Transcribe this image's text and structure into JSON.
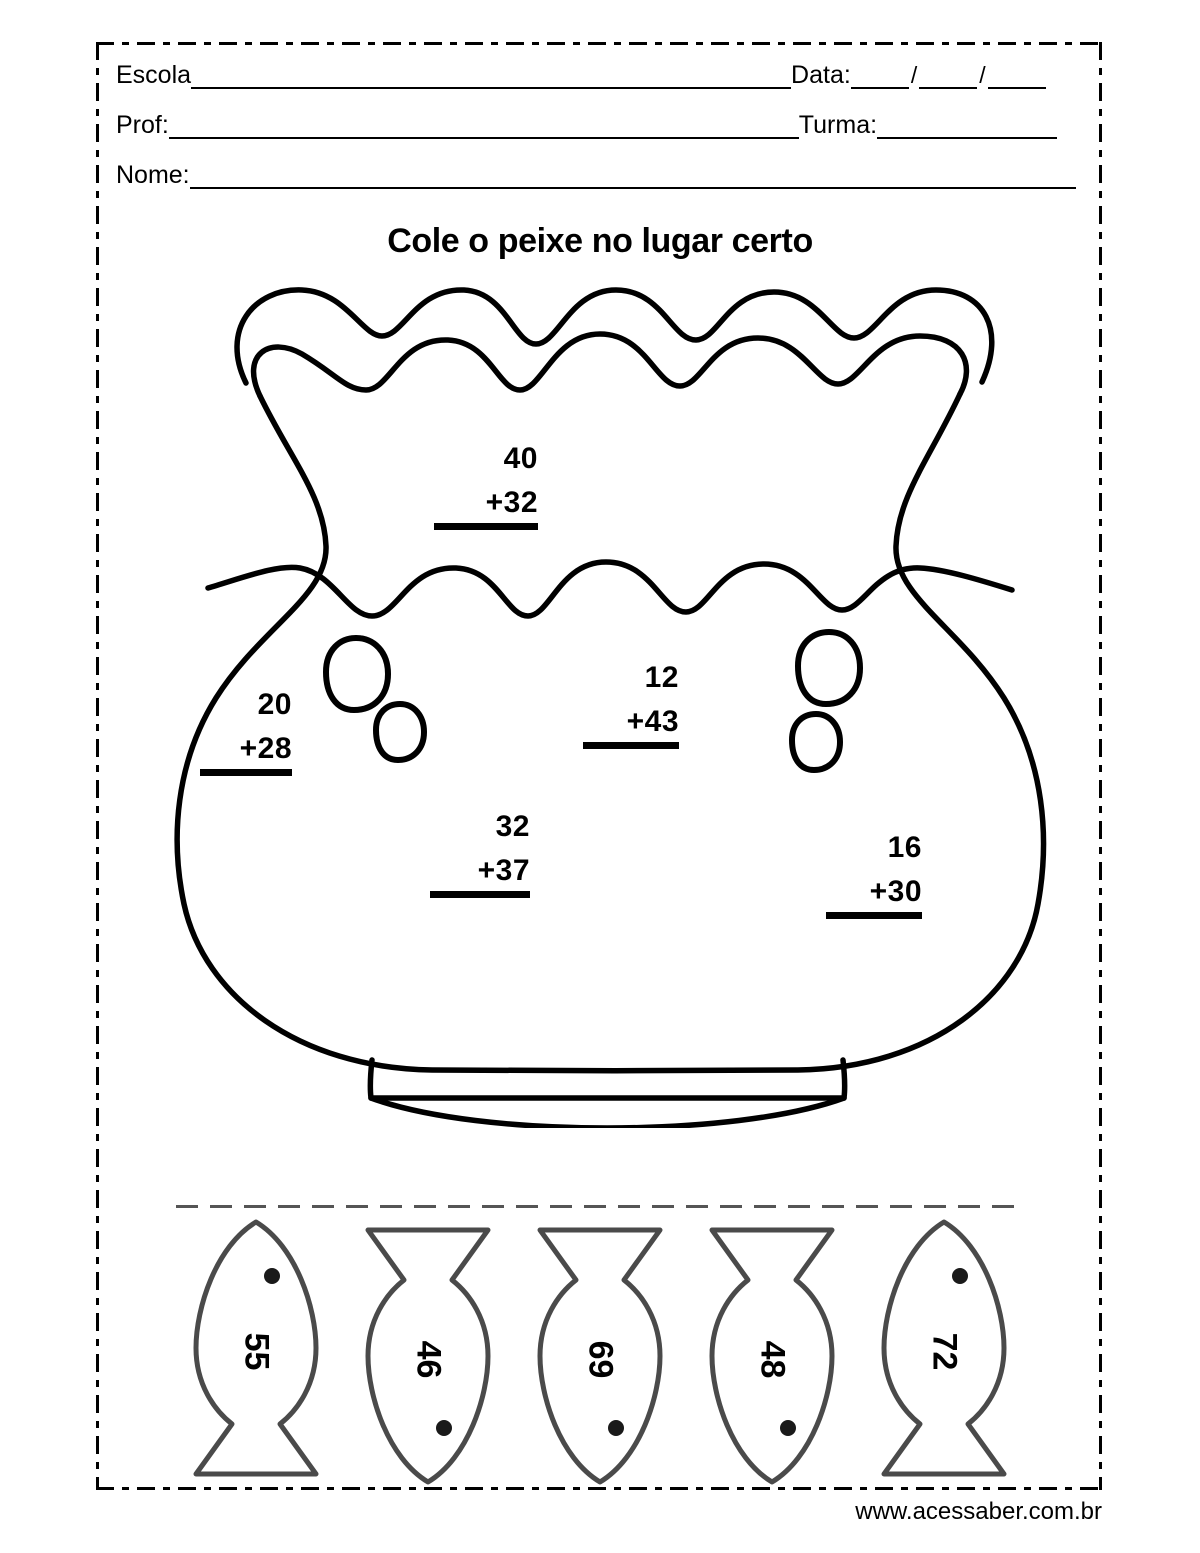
{
  "header": {
    "school_label": "Escola",
    "date_label": "Data:",
    "prof_label": "Prof:",
    "class_label": "Turma:",
    "name_label": "Nome:",
    "date_separator": "/"
  },
  "title": "Cole o peixe no lugar certo",
  "bowl": {
    "problems": [
      {
        "id": "p1",
        "addend1": "40",
        "addend2": "+32"
      },
      {
        "id": "p2",
        "addend1": "20",
        "addend2": "+28"
      },
      {
        "id": "p3",
        "addend1": "12",
        "addend2": "+43"
      },
      {
        "id": "p4",
        "addend1": "32",
        "addend2": "+37"
      },
      {
        "id": "p5",
        "addend1": "16",
        "addend2": "+30"
      }
    ],
    "bubble_count": 4
  },
  "fish": [
    {
      "number": "55",
      "orientation": "head-up"
    },
    {
      "number": "46",
      "orientation": "head-down"
    },
    {
      "number": "69",
      "orientation": "head-down"
    },
    {
      "number": "48",
      "orientation": "head-down"
    },
    {
      "number": "72",
      "orientation": "head-up"
    }
  ],
  "footer": "www.acessaber.com.br",
  "colors": {
    "ink": "#000000",
    "paper": "#ffffff",
    "cutline": "#555555"
  }
}
